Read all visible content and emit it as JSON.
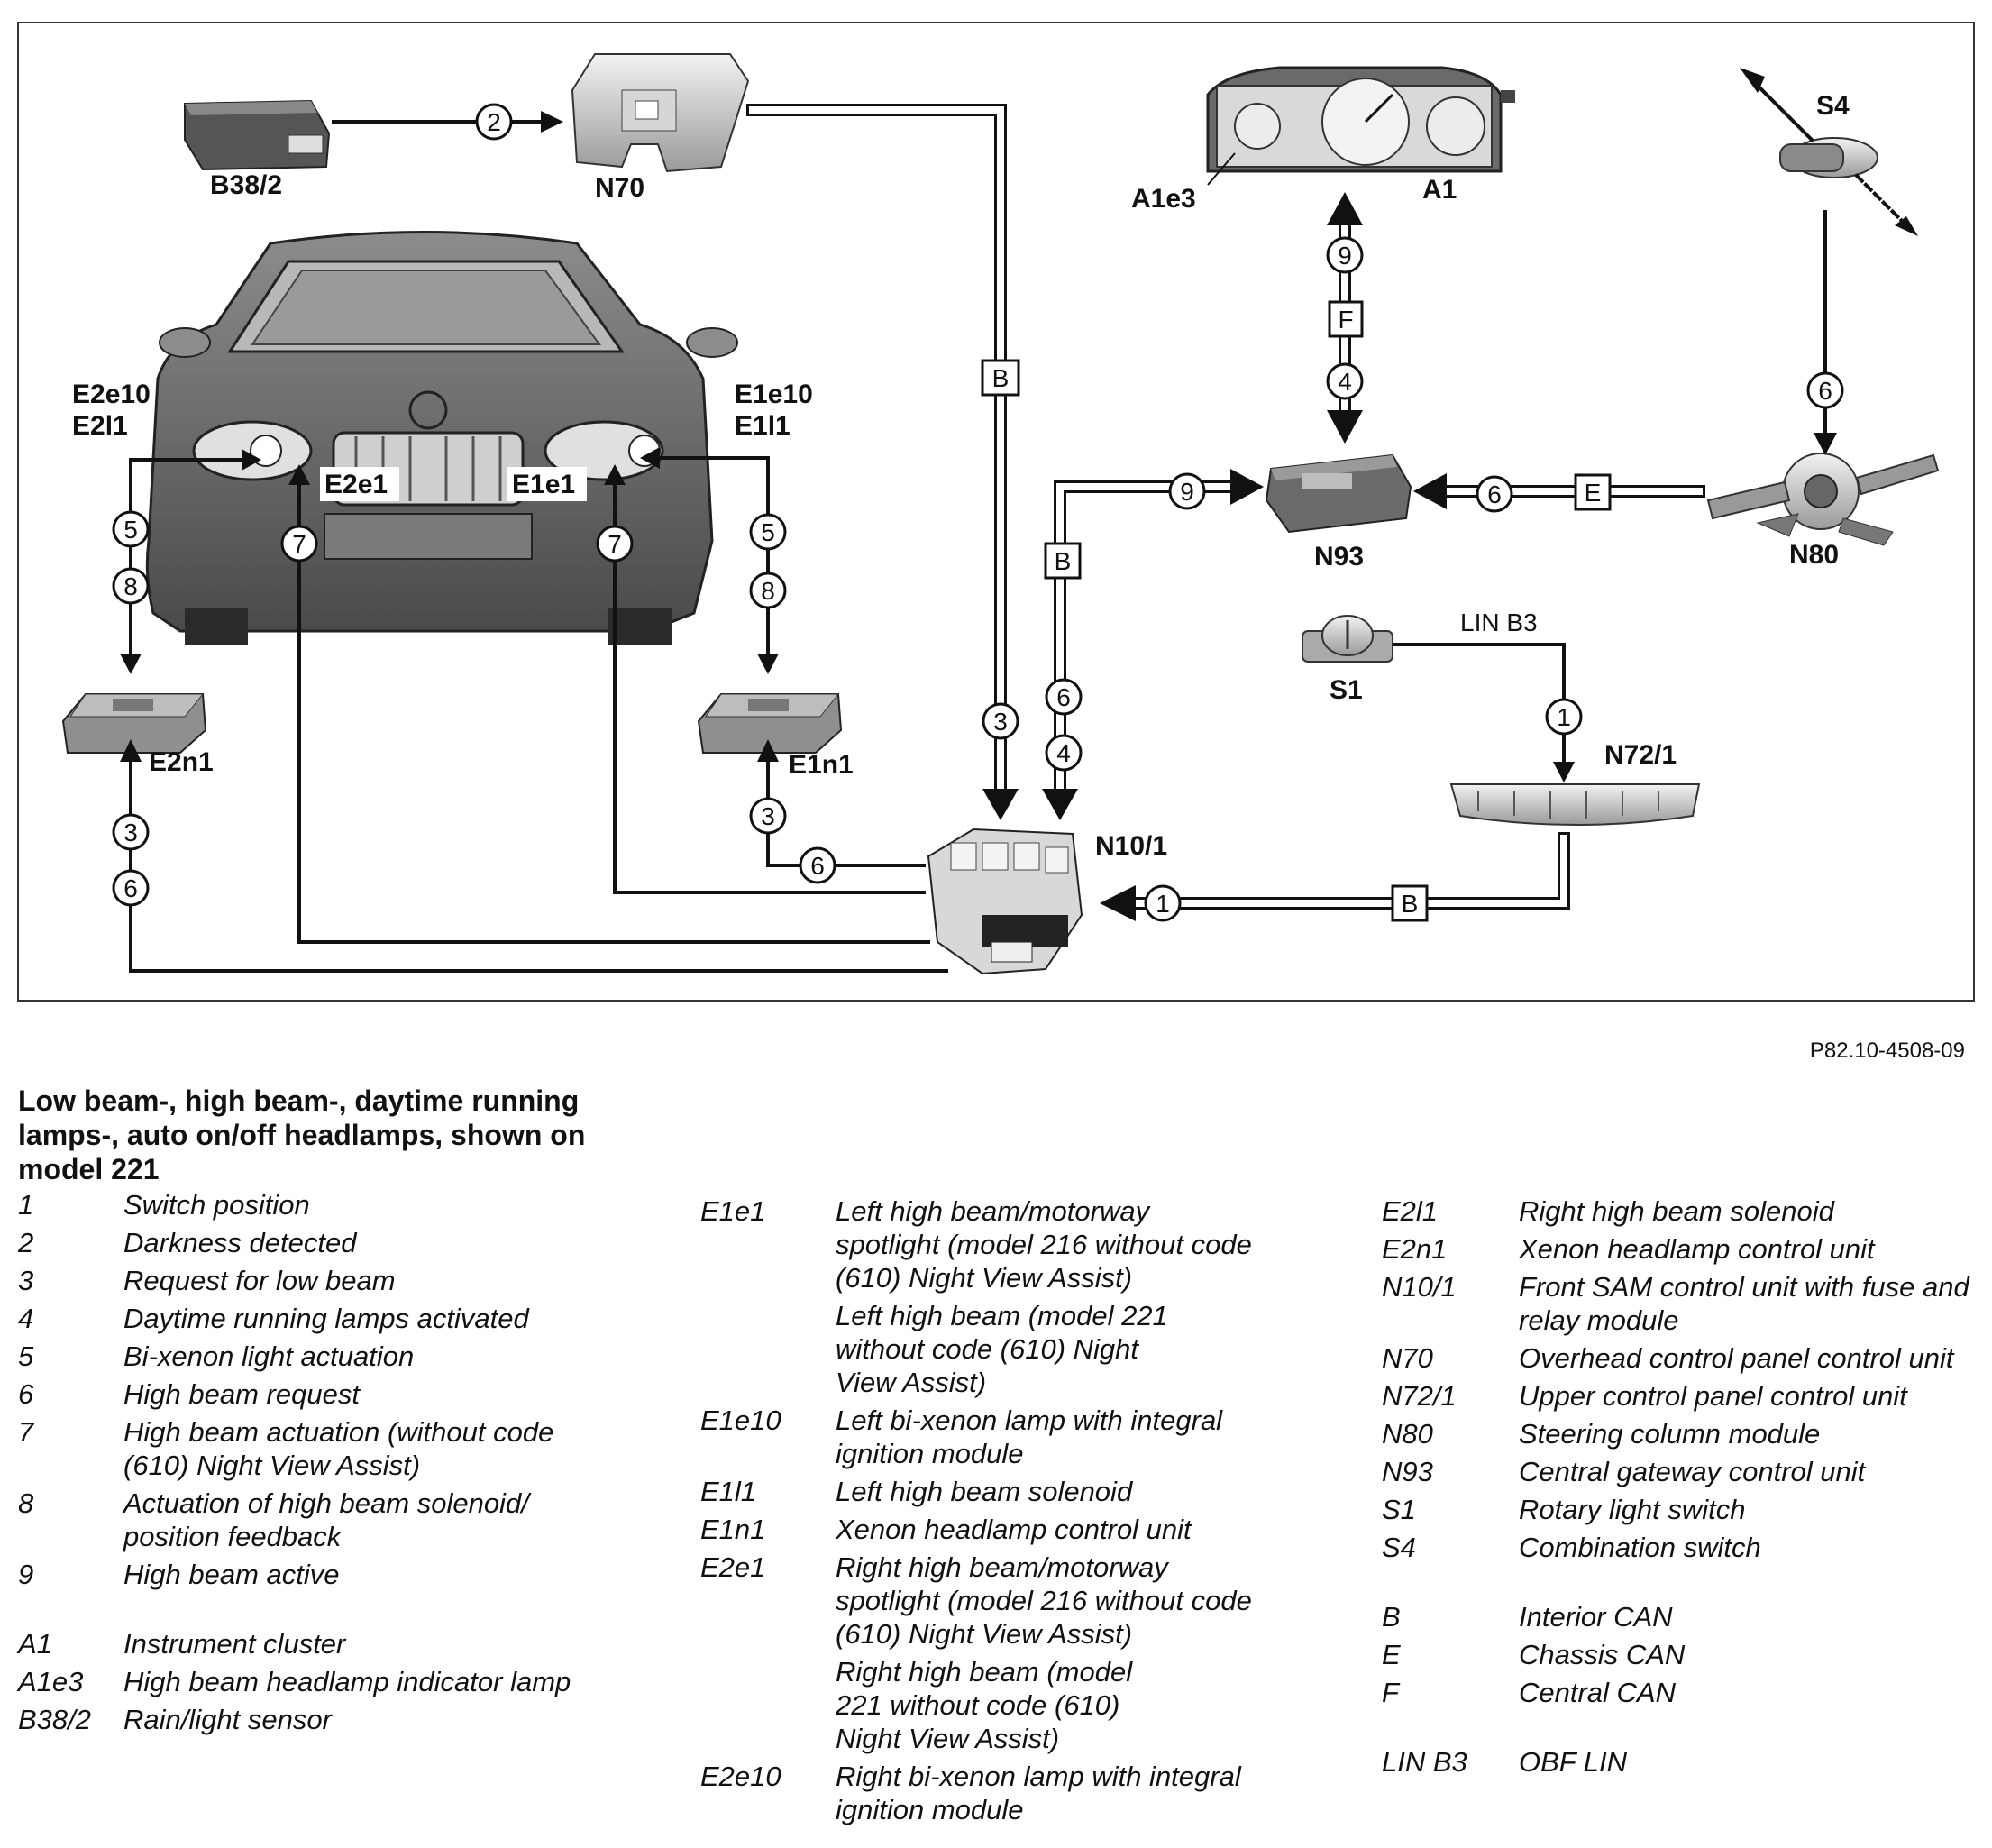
{
  "figure_ref": "P82.10-4508-09",
  "legend_title": "Low beam-, high beam-, daytime running lamps-, auto on/off headlamps, shown on model 221",
  "components": {
    "b38_2": "B38/2",
    "n70": "N70",
    "a1e3": "A1e3",
    "a1": "A1",
    "s4": "S4",
    "e2e10": "E2e10",
    "e2l1": "E2l1",
    "e1e10": "E1e10",
    "e1l1": "E1l1",
    "e2e1": "E2e1",
    "e1e1": "E1e1",
    "n93": "N93",
    "n80": "N80",
    "s1": "S1",
    "n72_1": "N72/1",
    "e2n1": "E2n1",
    "e1n1": "E1n1",
    "n10_1": "N10/1",
    "lin_b3": "LIN B3"
  },
  "signals": {
    "s1": "1",
    "s2": "2",
    "s3": "3",
    "s4": "4",
    "s5": "5",
    "s6": "6",
    "s7": "7",
    "s8": "8",
    "s9": "9"
  },
  "buses": {
    "b": "B",
    "e": "E",
    "f": "F"
  },
  "legend": {
    "col1": [
      {
        "key": "1",
        "text": "Switch position"
      },
      {
        "key": "2",
        "text": "Darkness detected"
      },
      {
        "key": "3",
        "text": "Request for low beam"
      },
      {
        "key": "4",
        "text": "Daytime running lamps activated"
      },
      {
        "key": "5",
        "text": "Bi-xenon light actuation"
      },
      {
        "key": "6",
        "text": "High beam request"
      },
      {
        "key": "7",
        "text": "High beam actuation (without code (610) Night View Assist)"
      },
      {
        "key": "8",
        "text": "Actuation of high beam solenoid/ position feedback"
      },
      {
        "key": "9",
        "text": "High beam active"
      },
      {
        "key": "A1",
        "text": "Instrument cluster"
      },
      {
        "key": "A1e3",
        "text": "High beam headlamp indicator lamp"
      },
      {
        "key": "B38/2",
        "text": "Rain/light sensor"
      }
    ],
    "col2": [
      {
        "key": "E1e1",
        "text": "Left high beam/motorway spotlight (model 216 without code (610) Night View Assist)"
      },
      {
        "key": "",
        "text": "Left high beam (model 221 without code (610) Night View Assist)"
      },
      {
        "key": "E1e10",
        "text": "Left bi-xenon lamp with integral ignition module"
      },
      {
        "key": "E1l1",
        "text": "Left high beam solenoid"
      },
      {
        "key": "E1n1",
        "text": "Xenon headlamp control unit"
      },
      {
        "key": "E2e1",
        "text": "Right high beam/motorway spotlight (model 216 without code (610) Night View Assist)"
      },
      {
        "key": "",
        "text": "Right high beam (model 221 without code (610) Night View Assist)"
      },
      {
        "key": "E2e10",
        "text": "Right bi-xenon lamp with integral ignition module"
      }
    ],
    "col3": [
      {
        "key": "E2l1",
        "text": "Right high beam solenoid"
      },
      {
        "key": "E2n1",
        "text": "Xenon headlamp control unit"
      },
      {
        "key": "N10/1",
        "text": "Front SAM control unit with fuse and relay module"
      },
      {
        "key": "N70",
        "text": "Overhead control panel control unit"
      },
      {
        "key": "N72/1",
        "text": "Upper control panel control unit"
      },
      {
        "key": "N80",
        "text": "Steering column module"
      },
      {
        "key": "N93",
        "text": "Central gateway control unit"
      },
      {
        "key": "S1",
        "text": "Rotary light switch"
      },
      {
        "key": "S4",
        "text": "Combination switch"
      },
      {
        "key": "B",
        "text": "Interior CAN"
      },
      {
        "key": "E",
        "text": "Chassis CAN"
      },
      {
        "key": "F",
        "text": "Central CAN"
      },
      {
        "key": "LIN B3",
        "text": "OBF LIN"
      }
    ]
  }
}
